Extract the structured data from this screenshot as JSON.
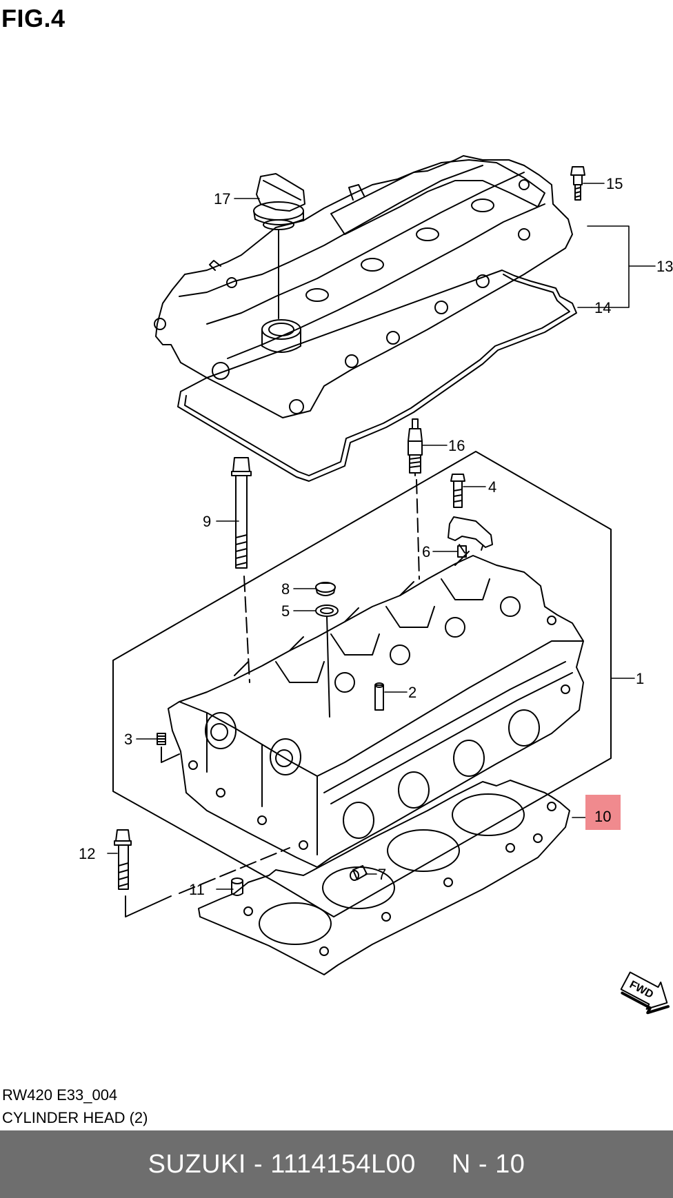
{
  "figure": {
    "title": "FIG.4"
  },
  "callouts": [
    {
      "id": "17",
      "label": "17"
    },
    {
      "id": "15",
      "label": "15"
    },
    {
      "id": "13",
      "label": "13"
    },
    {
      "id": "14",
      "label": "14"
    },
    {
      "id": "16",
      "label": "16"
    },
    {
      "id": "4",
      "label": "4"
    },
    {
      "id": "9",
      "label": "9"
    },
    {
      "id": "6",
      "label": "6"
    },
    {
      "id": "8",
      "label": "8"
    },
    {
      "id": "5",
      "label": "5"
    },
    {
      "id": "1",
      "label": "1"
    },
    {
      "id": "2",
      "label": "2"
    },
    {
      "id": "3",
      "label": "3"
    },
    {
      "id": "10",
      "label": "10",
      "highlighted": true
    },
    {
      "id": "12",
      "label": "12"
    },
    {
      "id": "7",
      "label": "7"
    },
    {
      "id": "11",
      "label": "11"
    }
  ],
  "fwd_label": "FWD",
  "reference": {
    "code": "RW420 E33_004",
    "title": "CYLINDER HEAD (2)"
  },
  "footer": {
    "brand_part": "SUZUKI - 1114154L00",
    "position": "N - 10"
  },
  "colors": {
    "highlight": "#f08a8e",
    "footer_bg": "#6e6e6e",
    "footer_text": "#ffffff"
  }
}
